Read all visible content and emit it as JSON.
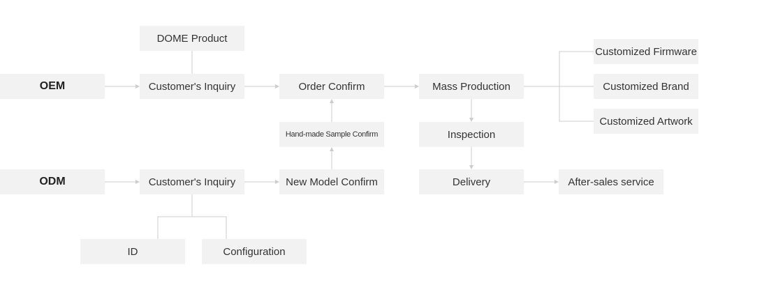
{
  "nodes": {
    "oem": "OEM",
    "odm": "ODM",
    "dome_product": "DOME Product",
    "oem_inquiry": "Customer's Inquiry",
    "odm_inquiry": "Customer's Inquiry",
    "order_confirm": "Order Confirm",
    "handmade_sample": "Hand-made Sample Confirm",
    "new_model_confirm": "New Model Confirm",
    "mass_production": "Mass Production",
    "inspection": "Inspection",
    "delivery": "Delivery",
    "after_sales": "After-sales service",
    "customized_firmware": "Customized Firmware",
    "customized_brand": "Customized Brand",
    "customized_artwork": "Customized Artwork",
    "id": "ID",
    "configuration": "Configuration"
  },
  "colors": {
    "box_fill": "#f2f2f2",
    "connector": "#cccccc",
    "text": "#333333"
  }
}
